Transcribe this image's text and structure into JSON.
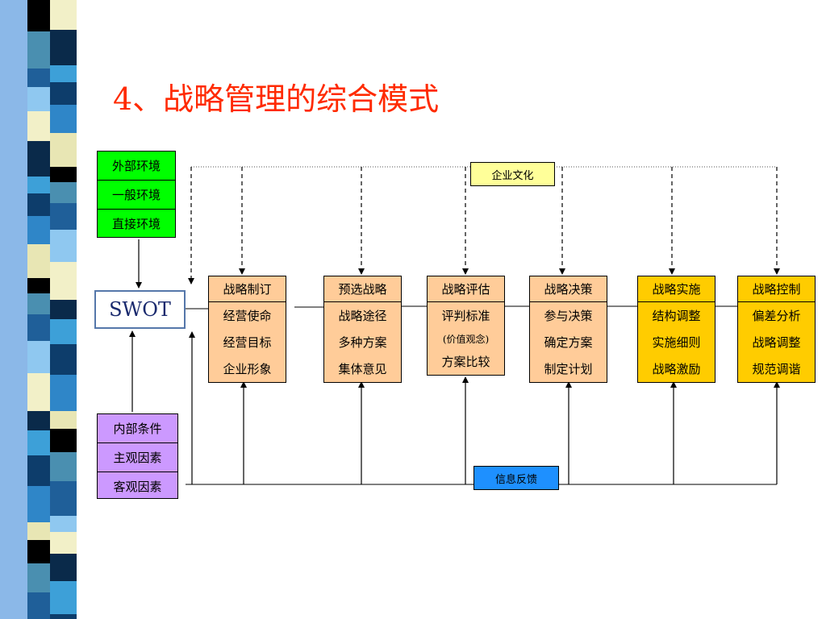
{
  "title": "4、战略管理的综合模式",
  "colors": {
    "title": "#ff2a00",
    "external_box": "#00ff00",
    "internal_box": "#cc99ff",
    "stage_light": "#ffcc99",
    "stage_dark": "#ffcc00",
    "culture_tag": "#ffff99",
    "feedback_tag": "#1e90ff"
  },
  "external": [
    "外部环境",
    "一般环境",
    "直接环境"
  ],
  "internal": [
    "内部条件",
    "主观因素",
    "客观因素"
  ],
  "swot": "SWOT",
  "culture": "企业文化",
  "feedback": "信息反馈",
  "stages": [
    {
      "head": "战略制订",
      "items": [
        "经营使命",
        "经营目标",
        "企业形象"
      ]
    },
    {
      "head": "预选战略",
      "items": [
        "战略途径",
        "多种方案",
        "集体意见"
      ]
    },
    {
      "head": "战略评估",
      "items": [
        "评判标准",
        "(价值观念)",
        "方案比较"
      ]
    },
    {
      "head": "战略决策",
      "items": [
        "参与决策",
        "确定方案",
        "制定计划"
      ]
    },
    {
      "head": "战略实施",
      "items": [
        "结构调整",
        "实施细则",
        "战略激励"
      ]
    },
    {
      "head": "战略控制",
      "items": [
        "偏差分析",
        "战略调整",
        "规范调谐"
      ]
    }
  ]
}
